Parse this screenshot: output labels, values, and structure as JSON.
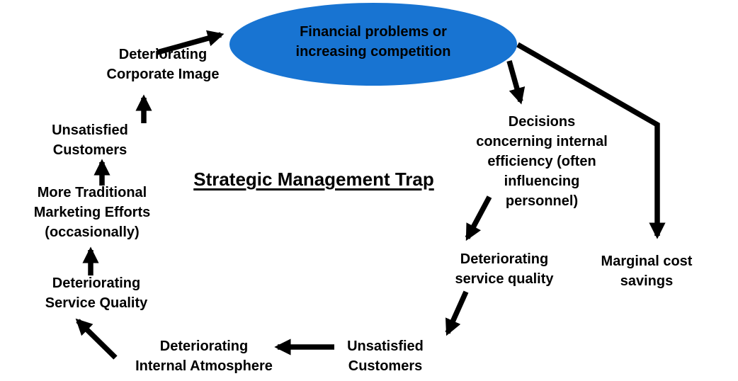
{
  "title": "Strategic Management Trap",
  "colors": {
    "background": "#FFFFFF",
    "ellipse_fill": "#1874D2",
    "text": "#000000",
    "arrow": "#000000"
  },
  "nodes": {
    "financial_problems": {
      "label": "Financial problems or\nincreasing competition"
    },
    "deteriorating_corporate_image": {
      "label": "Deteriorating\nCorporate Image"
    },
    "unsatisfied_customers_left": {
      "label": "Unsatisfied\nCustomers"
    },
    "more_traditional_marketing": {
      "label": "More Traditional\nMarketing Efforts\n(occasionally)"
    },
    "deteriorating_service_quality_left": {
      "label": "Deteriorating\nService Quality"
    },
    "deteriorating_internal_atmosphere": {
      "label": "Deteriorating\nInternal Atmosphere"
    },
    "unsatisfied_customers_bottom": {
      "label": "Unsatisfied\nCustomers"
    },
    "deteriorating_service_quality_right": {
      "label": "Deteriorating\nservice quality"
    },
    "decisions_internal_efficiency": {
      "label": "Decisions\nconcerning internal\nefficiency (often\ninfluencing\npersonnel)"
    },
    "marginal_cost_savings": {
      "label": "Marginal cost\nsavings"
    }
  },
  "edges": [
    {
      "from": "deteriorating_corporate_image",
      "to": "financial_problems"
    },
    {
      "from": "unsatisfied_customers_left",
      "to": "deteriorating_corporate_image"
    },
    {
      "from": "more_traditional_marketing",
      "to": "unsatisfied_customers_left"
    },
    {
      "from": "deteriorating_service_quality_left",
      "to": "more_traditional_marketing"
    },
    {
      "from": "deteriorating_internal_atmosphere",
      "to": "deteriorating_service_quality_left"
    },
    {
      "from": "unsatisfied_customers_bottom",
      "to": "deteriorating_internal_atmosphere"
    },
    {
      "from": "deteriorating_service_quality_right",
      "to": "unsatisfied_customers_bottom"
    },
    {
      "from": "decisions_internal_efficiency",
      "to": "deteriorating_service_quality_right"
    },
    {
      "from": "financial_problems",
      "to": "decisions_internal_efficiency"
    },
    {
      "from": "financial_problems",
      "to": "marginal_cost_savings"
    }
  ]
}
